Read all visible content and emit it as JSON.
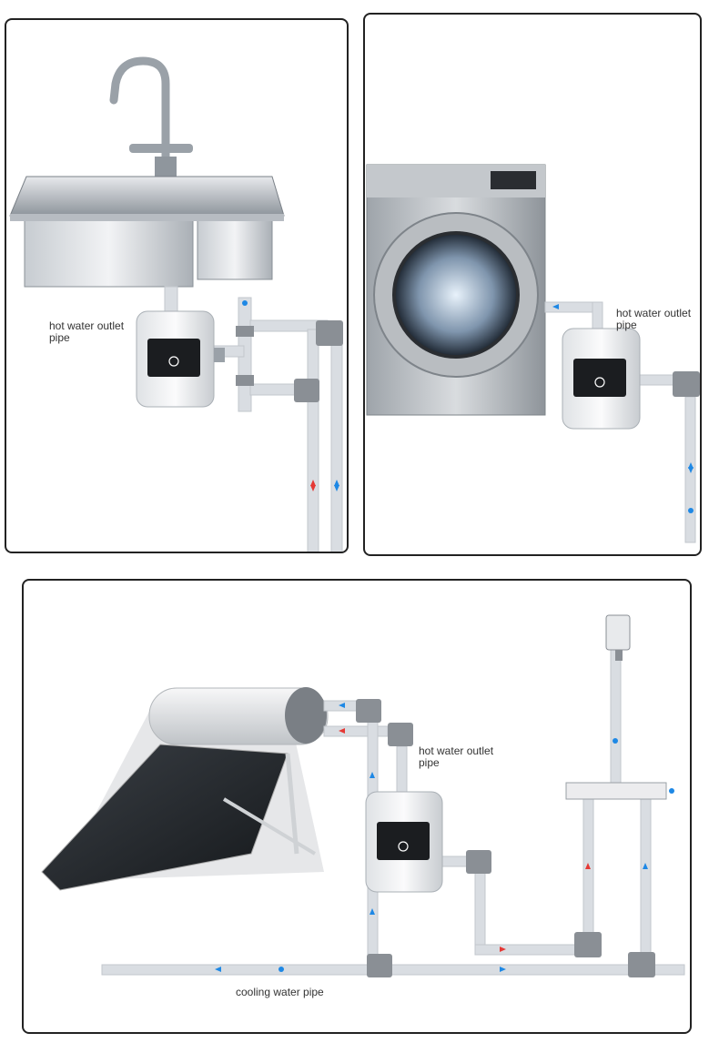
{
  "panels": {
    "sink": {
      "label": "hot water outlet\npipe"
    },
    "washer": {
      "label": "hot water outlet\npipe"
    },
    "solar": {
      "hot_label": "hot water outlet\npipe",
      "cooling_label": "cooling water pipe"
    }
  },
  "colors": {
    "hot": "#e53935",
    "cold": "#1e88e5",
    "pipe": "#d9dde2",
    "fitting": "#8a8f95",
    "frame": "#222222"
  },
  "icons": [
    "sink-faucet-icon",
    "washing-machine-icon",
    "solar-water-heater-icon",
    "shower-head-icon",
    "pump-unit-icon"
  ]
}
